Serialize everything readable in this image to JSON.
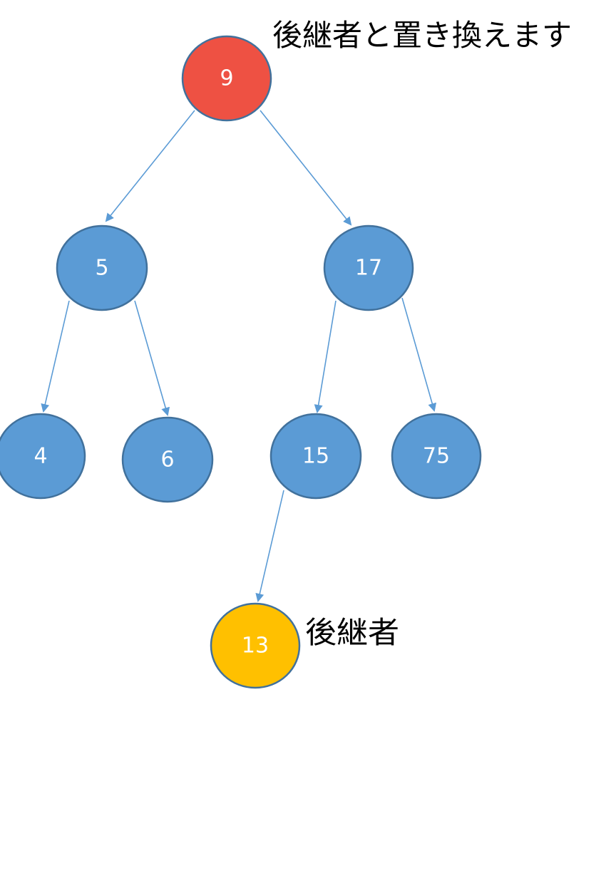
{
  "diagram": {
    "colors": {
      "default_fill": "#5b9bd5",
      "default_stroke": "#41719c",
      "removed_fill": "#ee5143",
      "removed_stroke": "#41719c",
      "successor_fill": "#ffc000",
      "successor_stroke": "#41719c",
      "edge": "#5b9bd5",
      "label": "#ffffff"
    },
    "nodes": {
      "root": {
        "value": "9",
        "role": "removed"
      },
      "n5": {
        "value": "5",
        "role": "default"
      },
      "n17": {
        "value": "17",
        "role": "default"
      },
      "n4": {
        "value": "4",
        "role": "default"
      },
      "n6": {
        "value": "6",
        "role": "default"
      },
      "n15": {
        "value": "15",
        "role": "default"
      },
      "n75": {
        "value": "75",
        "role": "default"
      },
      "n13": {
        "value": "13",
        "role": "successor"
      }
    },
    "edges": [
      {
        "from": "9",
        "to": "5"
      },
      {
        "from": "9",
        "to": "17"
      },
      {
        "from": "5",
        "to": "4"
      },
      {
        "from": "5",
        "to": "6"
      },
      {
        "from": "17",
        "to": "15"
      },
      {
        "from": "17",
        "to": "75"
      },
      {
        "from": "15",
        "to": "13"
      }
    ],
    "annotations": {
      "replace": "後継者と置き換えます",
      "successor": "後継者"
    }
  }
}
